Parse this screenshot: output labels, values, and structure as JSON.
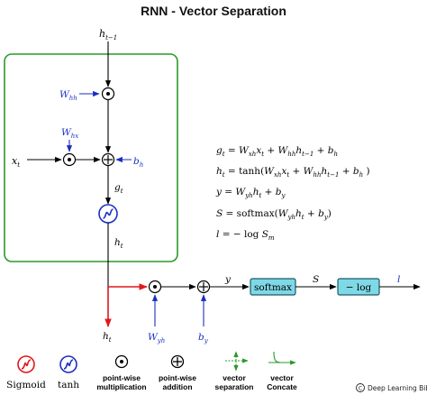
{
  "title": "RNN - Vector Separation",
  "colors": {
    "cell_border": "#2a9a2a",
    "blue": "#1a2fbf",
    "red": "#e0181c",
    "box_fill": "#7fd8e6",
    "box_stroke": "#1b5a66",
    "vector_arrow": "#2a9a2a",
    "black": "#000000"
  },
  "labels": {
    "h_prev": "h_{t−1}",
    "W_hh": "W_{hh}",
    "W_hx": "W_{hx}",
    "x_t": "x_t",
    "b_h": "b_h",
    "g_t": "g_t",
    "h_t_inner": "h_t",
    "h_t_out": "h_t",
    "W_yh": "W_{yh}",
    "b_y": "b_y",
    "y": "y",
    "S": "S",
    "l": "l"
  },
  "boxes": {
    "softmax": "softmax",
    "neglog": "− log"
  },
  "equations": [
    "g_t = W_{xh} x_t + W_{hh} h_{t−1} + b_h",
    "h_t = tanh(W_{xh} x_t + W_{hh} h_{t−1} + b_h )",
    "y = W_{yh} h_t + b_y",
    "S = softmax(W_{yh} h_t + b_y)",
    "l = − log S_m"
  ],
  "legend": [
    {
      "icon": "sigmoid-icon",
      "label": "Sigmoid"
    },
    {
      "icon": "tanh-icon",
      "label": "tanh"
    },
    {
      "icon": "pointwise-multiplication-icon",
      "label": "point-wise multiplication"
    },
    {
      "icon": "pointwise-addition-icon",
      "label": "point-wise addition"
    },
    {
      "icon": "vector-separation-icon",
      "label": "vector separation"
    },
    {
      "icon": "vector-concate-icon",
      "label": "vector Concate"
    }
  ],
  "credit": "Deep Learning Bible"
}
